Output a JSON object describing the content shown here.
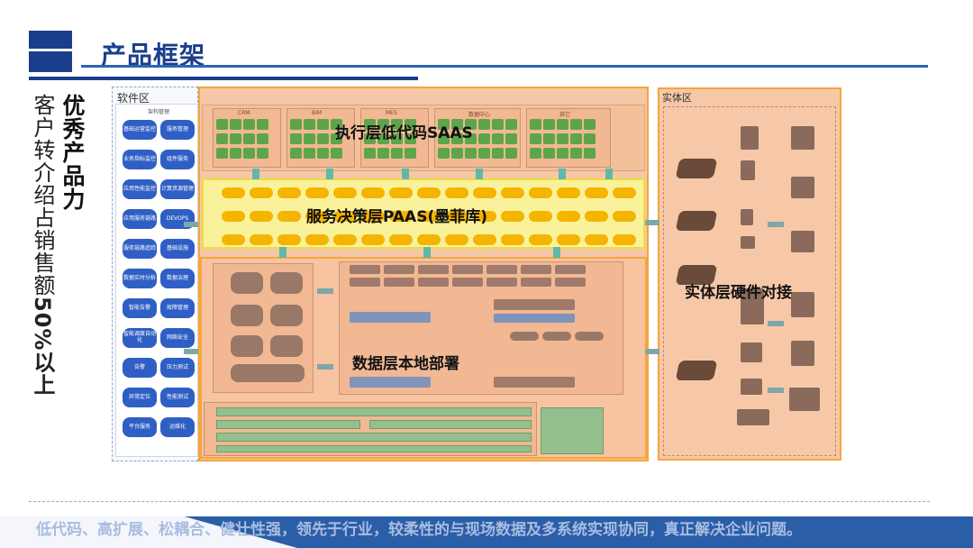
{
  "header": {
    "title": "产品框架"
  },
  "side": {
    "bold_text": "优秀产品力",
    "line2_pre": "客户转介绍占销售额",
    "line2_bold": "50%以上"
  },
  "software": {
    "label": "软件区",
    "head": "架构管理",
    "modules": [
      [
        "基础运营监控",
        "服务管理"
      ],
      [
        "业务指标监控",
        "组件服务"
      ],
      [
        "应用性能监控",
        "计算资源管理"
      ],
      [
        "应用服务链路",
        "DEVOPS"
      ],
      [
        "服务链路追踪",
        "基础设施"
      ],
      [
        "数据实时分析",
        "数据治理"
      ],
      [
        "智能告警",
        "故障管理"
      ],
      [
        "智能调度自动化",
        "网络安全"
      ],
      [
        "告警",
        "压力测试"
      ],
      [
        "异常定位",
        "性能测试"
      ],
      [
        "平台服务",
        "运维化"
      ]
    ]
  },
  "layers": {
    "exec": "执行层低代码SAAS",
    "service": "服务决策层PAAS(墨菲库)",
    "data": "数据层本地部署",
    "hardware": "实体层硬件对接"
  },
  "exec_groups": [
    "CRM",
    "BIM",
    "MES",
    "数据中心",
    "其它"
  ],
  "hardware": {
    "label": "实体区"
  },
  "footer": {
    "text": "低代码、高扩展、松耦合、健壮性强，领先于行业，较柔性的与现场数据及多系统实现协同，真正解决企业问题。"
  },
  "colors": {
    "brand_blue": "#1b3e8c",
    "layer_orange": "#f5a63b",
    "service_yellow": "#faf29a",
    "pill_blue": "#2f5fc5"
  }
}
